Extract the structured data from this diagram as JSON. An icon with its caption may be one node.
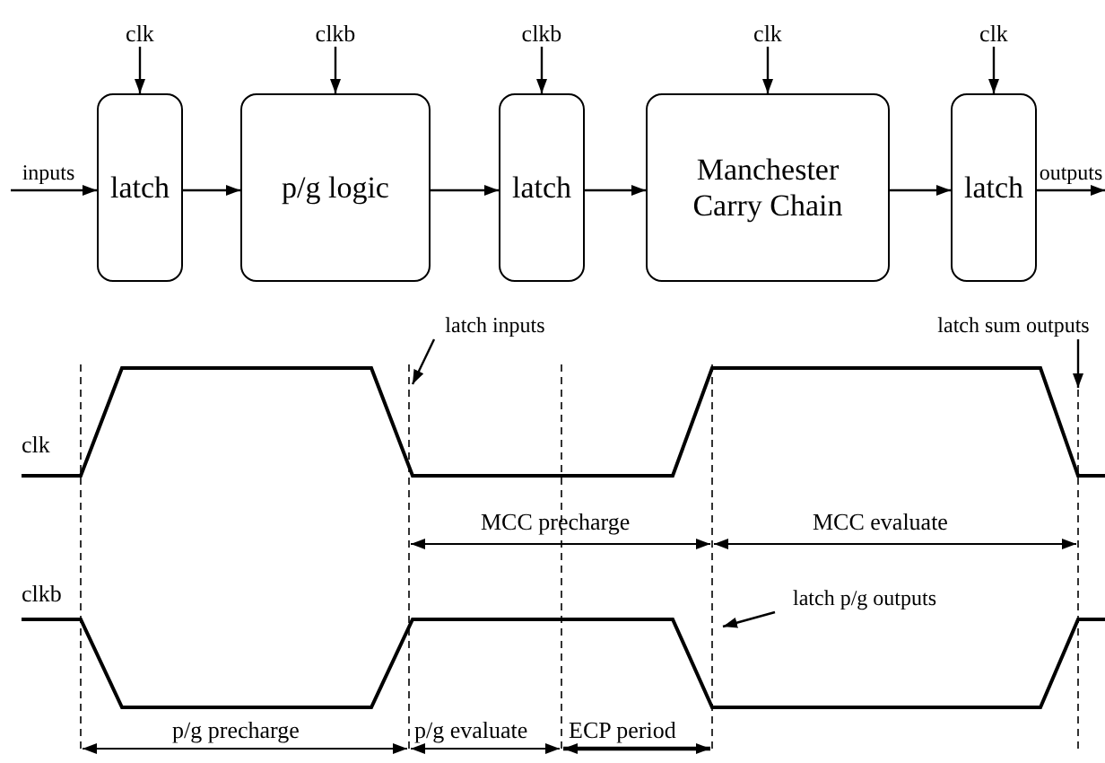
{
  "diagram": {
    "nodes": [
      {
        "text": [
          "inputs"
        ]
      },
      {
        "text": [
          "latch"
        ]
      },
      {
        "text": [
          "p/g logic"
        ]
      },
      {
        "text": [
          "latch"
        ]
      },
      {
        "text": [
          "Manchester Carry Chain"
        ]
      },
      {
        "text": [
          "latch"
        ]
      },
      {
        "text": [
          "outputs"
        ]
      },
      {
        "text": [
          "clk"
        ]
      },
      {
        "text": [
          "clkb"
        ]
      },
      {
        "text": [
          "clkb"
        ]
      },
      {
        "text": [
          "clk"
        ]
      },
      {
        "text": [
          "clk"
        ]
      },
      {
        "text": [
          "latch inputs"
        ]
      },
      {
        "text": [
          "latch sum outputs"
        ]
      },
      {
        "text": [
          "latch p/g outputs"
        ]
      }
    ],
    "edges": [
      {
        "from": 0,
        "to": 1,
        "arrow": "to"
      },
      {
        "from": 1,
        "to": 2,
        "arrow": "to"
      },
      {
        "from": 2,
        "to": 3,
        "arrow": "to"
      },
      {
        "from": 3,
        "to": 4,
        "arrow": "to"
      },
      {
        "from": 4,
        "to": 5,
        "arrow": "to"
      },
      {
        "from": 5,
        "to": 6,
        "arrow": "to"
      },
      {
        "from": 7,
        "to": 1,
        "arrow": "to"
      },
      {
        "from": 8,
        "to": 2,
        "arrow": "to"
      },
      {
        "from": 9,
        "to": 3,
        "arrow": "to"
      },
      {
        "from": 10,
        "to": 4,
        "arrow": "to"
      },
      {
        "from": 11,
        "to": 5,
        "arrow": "to"
      },
      {
        "from": 12,
        "to": null,
        "arrow": "to"
      },
      {
        "from": 13,
        "to": null,
        "arrow": "to"
      },
      {
        "from": 14,
        "to": null,
        "arrow": "to"
      }
    ],
    "labels": [
      "clk",
      "MCC precharge",
      "MCC evaluate",
      "clkb",
      "p/g precharge",
      "p/g evaluate",
      "ECP period"
    ]
  }
}
